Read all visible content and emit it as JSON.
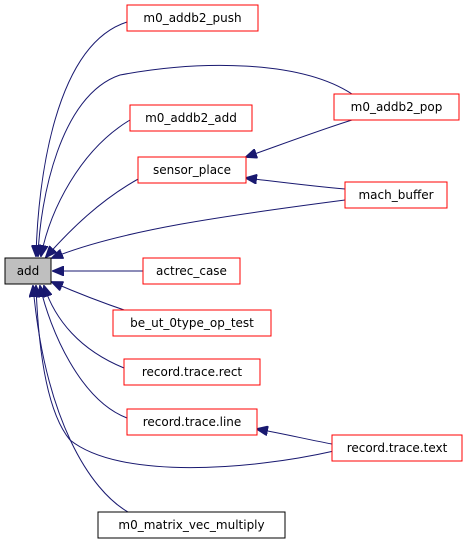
{
  "graph": {
    "root": "add",
    "nodes": [
      {
        "id": "add",
        "label": "add",
        "style": "root"
      },
      {
        "id": "m0_addb2_push",
        "label": "m0_addb2_push",
        "style": "red"
      },
      {
        "id": "m0_addb2_add",
        "label": "m0_addb2_add",
        "style": "red"
      },
      {
        "id": "sensor_place",
        "label": "sensor_place",
        "style": "red"
      },
      {
        "id": "actrec_case",
        "label": "actrec_case",
        "style": "red"
      },
      {
        "id": "be_ut_0type_op_test",
        "label": "be_ut_0type_op_test",
        "style": "red"
      },
      {
        "id": "record_trace_rect",
        "label": "record.trace.rect",
        "style": "red"
      },
      {
        "id": "record_trace_line",
        "label": "record.trace.line",
        "style": "red"
      },
      {
        "id": "m0_matrix_vec_multiply",
        "label": "m0_matrix_vec_multiply",
        "style": "black"
      },
      {
        "id": "m0_addb2_pop",
        "label": "m0_addb2_pop",
        "style": "red"
      },
      {
        "id": "mach_buffer",
        "label": "mach_buffer",
        "style": "red"
      },
      {
        "id": "record_trace_text",
        "label": "record.trace.text",
        "style": "red"
      }
    ],
    "edges": [
      {
        "from": "m0_addb2_push",
        "to": "add"
      },
      {
        "from": "m0_addb2_pop",
        "to": "add"
      },
      {
        "from": "m0_addb2_add",
        "to": "add"
      },
      {
        "from": "sensor_place",
        "to": "add"
      },
      {
        "from": "mach_buffer",
        "to": "add"
      },
      {
        "from": "actrec_case",
        "to": "add"
      },
      {
        "from": "be_ut_0type_op_test",
        "to": "add"
      },
      {
        "from": "record_trace_rect",
        "to": "add"
      },
      {
        "from": "record_trace_line",
        "to": "add"
      },
      {
        "from": "record_trace_text",
        "to": "add"
      },
      {
        "from": "m0_matrix_vec_multiply",
        "to": "add"
      },
      {
        "from": "m0_addb2_pop",
        "to": "sensor_place"
      },
      {
        "from": "mach_buffer",
        "to": "sensor_place"
      },
      {
        "from": "record_trace_text",
        "to": "record_trace_line"
      }
    ],
    "colors": {
      "edge": "#191970",
      "border_red": "#ff0000",
      "border_black": "#000000",
      "root_fill": "#bfbfbf",
      "node_fill": "#ffffff",
      "text": "#000000"
    }
  }
}
